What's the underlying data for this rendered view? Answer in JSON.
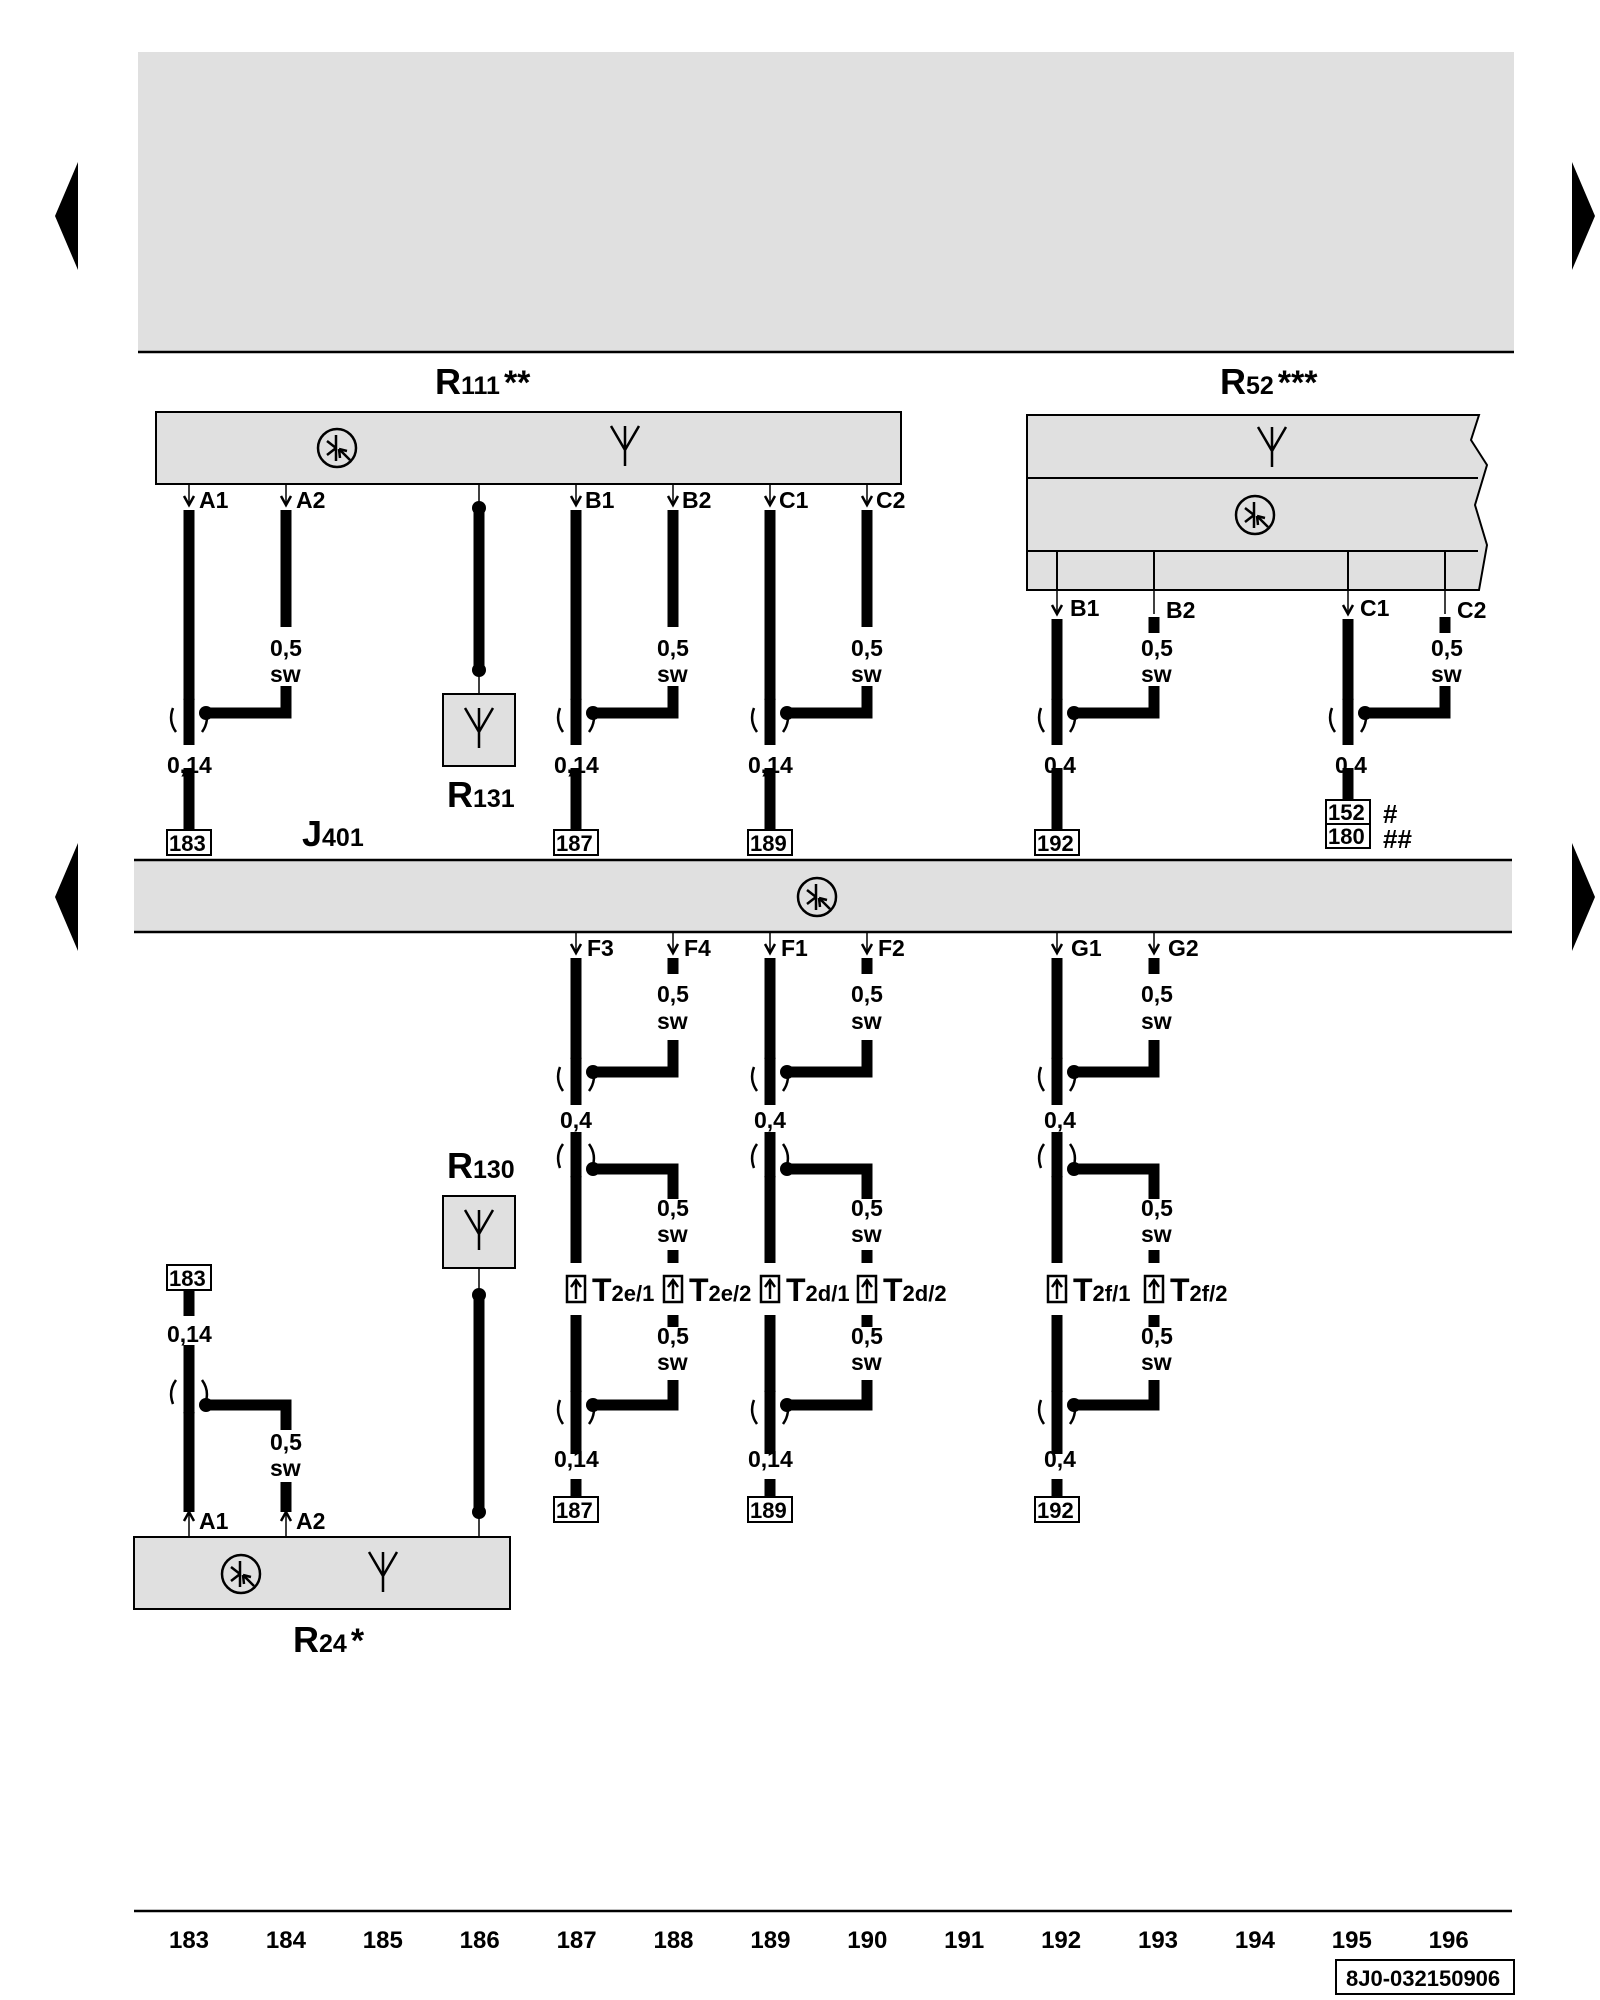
{
  "components": {
    "R111": {
      "letter": "R",
      "sub": "111",
      "mark": "**"
    },
    "R52": {
      "letter": "R",
      "sub": "52",
      "mark": "***"
    },
    "R131": {
      "letter": "R",
      "sub": "131"
    },
    "R130": {
      "letter": "R",
      "sub": "130"
    },
    "R24": {
      "letter": "R",
      "sub": "24",
      "mark": "*"
    },
    "J401": {
      "letter": "J",
      "sub": "401"
    }
  },
  "pins": {
    "r111": [
      "A1",
      "A2",
      "B1",
      "B2",
      "C1",
      "C2"
    ],
    "r52": [
      "B1",
      "B2",
      "C1",
      "C2"
    ],
    "j401": [
      "F3",
      "F4",
      "F1",
      "F2",
      "G1",
      "G2"
    ],
    "r24": [
      "A1",
      "A2"
    ]
  },
  "wire_labels": {
    "coax_thin": "0,14",
    "coax_med": "0,4",
    "shield_size": "0,5",
    "shield_color": "sw"
  },
  "refs": {
    "w183": "183",
    "w187": "187",
    "w189": "189",
    "w192": "192",
    "w152": "152",
    "w180": "180",
    "hash1": "#",
    "hash2": "##"
  },
  "connectors": {
    "T2e1": {
      "letter": "T",
      "sub": "2e/1"
    },
    "T2e2": {
      "letter": "T",
      "sub": "2e/2"
    },
    "T2d1": {
      "letter": "T",
      "sub": "2d/1"
    },
    "T2d2": {
      "letter": "T",
      "sub": "2d/2"
    },
    "T2f1": {
      "letter": "T",
      "sub": "2f/1"
    },
    "T2f2": {
      "letter": "T",
      "sub": "2f/2"
    }
  },
  "footer": {
    "numbers": [
      "183",
      "184",
      "185",
      "186",
      "187",
      "188",
      "189",
      "190",
      "191",
      "192",
      "193",
      "194",
      "195",
      "196"
    ],
    "doc_code": "8J0-032150906"
  }
}
